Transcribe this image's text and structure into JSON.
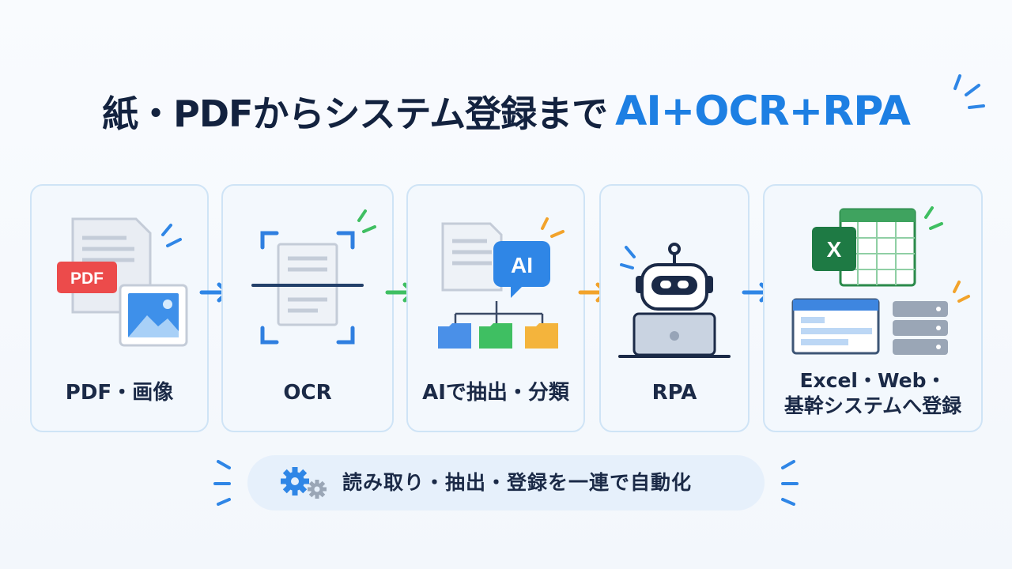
{
  "title": {
    "main": "紙・PDFからシステム登録まで",
    "accent": "AI+OCR+RPA"
  },
  "steps": [
    {
      "label": "PDF・画像",
      "icon": "document-image-icon",
      "badge": "PDF"
    },
    {
      "label": "OCR",
      "icon": "scan-document-icon"
    },
    {
      "label": "AIで抽出・分類",
      "icon": "ai-classify-icon",
      "badge": "AI"
    },
    {
      "label": "RPA",
      "icon": "robot-laptop-icon"
    },
    {
      "label_line1": "Excel・Web・",
      "label_line2": "基幹システムへ登録",
      "icon": "systems-icon",
      "badge": "X"
    }
  ],
  "arrows": [
    {
      "color": "#2f86e6"
    },
    {
      "color": "#3fbf62"
    },
    {
      "color": "#f2a32b"
    },
    {
      "color": "#2f86e6"
    }
  ],
  "footer": {
    "text": "読み取り・抽出・登録を一連で自動化",
    "icon": "gears-icon"
  },
  "colors": {
    "accent": "#1d7fe3",
    "card_border": "#cfe4f6",
    "card_bg": "#f3f8fd"
  }
}
